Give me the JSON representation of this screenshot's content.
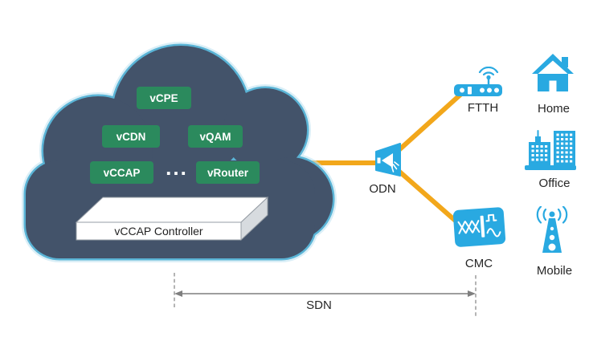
{
  "cloud": {
    "vnfs": [
      "vCPE",
      "vCDN",
      "vQAM",
      "vCCAP",
      "vRouter"
    ],
    "ellipsis": "...",
    "controller_label": "vCCAP Controller"
  },
  "network": {
    "odn_label": "ODN",
    "ftth_label": "FTTH",
    "cmc_label": "CMC"
  },
  "premises": {
    "home_label": "Home",
    "office_label": "Office",
    "mobile_label": "Mobile"
  },
  "annotation": {
    "sdn_label": "SDN"
  },
  "icons": {
    "odn": "optical-splitter-icon",
    "ftth": "wifi-router-icon",
    "cmc": "cable-modem-icon",
    "home": "house-icon",
    "office": "buildings-icon",
    "mobile": "antenna-tower-icon"
  },
  "colors": {
    "cloud_fill": "#43536A",
    "cloud_stroke": "#5AB4D6",
    "cloud_glow": "#C4E6F3",
    "vnf_green": "#2B8A5D",
    "link_orange": "#F2A71B",
    "icon_blue": "#29A9E1",
    "dim_gray": "#7F7F7F",
    "label_dark": "#262626"
  }
}
